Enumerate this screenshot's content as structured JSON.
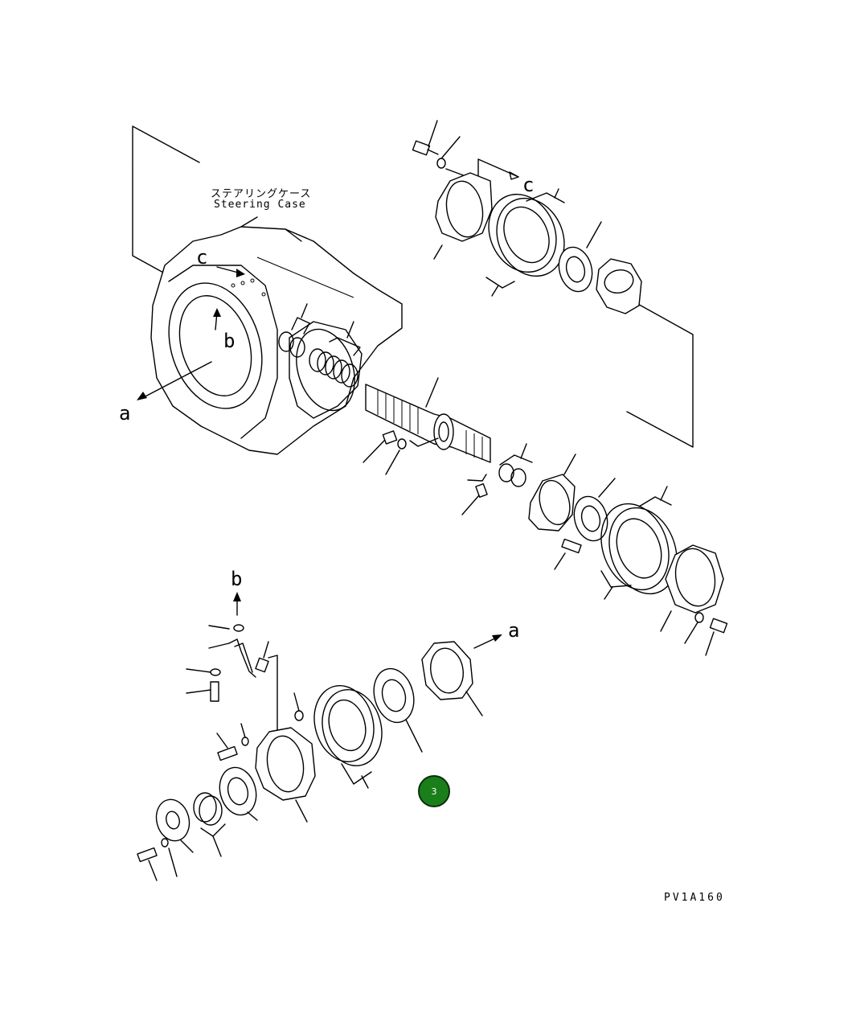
{
  "diagram": {
    "case_label_jp": "ステアリングケース",
    "case_label_en": "Steering Case",
    "drawing_code": "PV1A160",
    "callout_number": "3",
    "reference_letters": {
      "a": "a",
      "b": "b",
      "c": "c"
    }
  }
}
